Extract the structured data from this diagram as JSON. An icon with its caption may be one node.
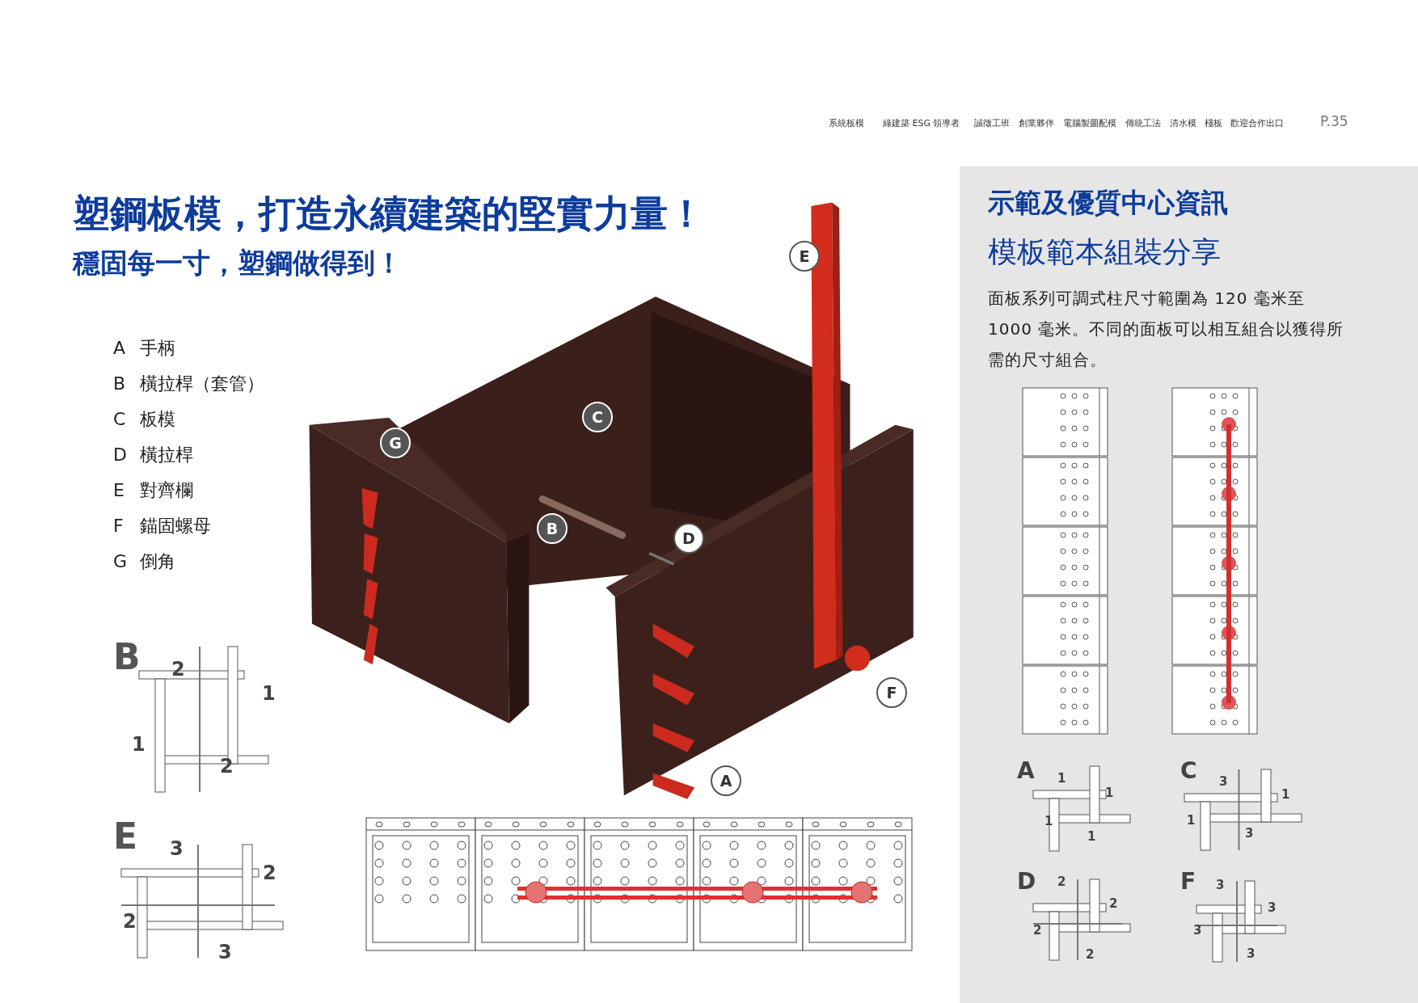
{
  "diagram": {
    "title": "塑鋼板模，打造永續建築的堅實力量！",
    "labels": [
      "系統板模",
      "綠建築 ESG 領導者",
      "誠徵工班",
      "創業夥伴",
      "電腦製圖配模",
      "傳統工法",
      "清水模",
      "棧板",
      "歡迎合作出口",
      "P.35",
      "穩固每一寸，塑鋼做得到！",
      "A",
      "手柄",
      "B",
      "橫拉桿（套管）",
      "C",
      "板模",
      "D",
      "橫拉桿",
      "E",
      "對齊欄",
      "F",
      "錨固螺母",
      "G",
      "倒角",
      "E",
      "C",
      "G",
      "B",
      "D",
      "F",
      "A",
      "B",
      "2",
      "1",
      "1",
      "2",
      "E",
      "3",
      "2",
      "2",
      "3",
      "示範及優質中心資訊",
      "模板範本組裝分享",
      "面板系列可調式柱尺寸範圍為 120 毫米至 1000 毫米。不同的面板可以相互組合以獲得所需的尺寸組合。",
      "A",
      "1",
      "1",
      "1",
      "1",
      "C",
      "3",
      "1",
      "1",
      "3",
      "D",
      "2",
      "2",
      "2",
      "2",
      "F",
      "3",
      "3",
      "3",
      "3"
    ]
  }
}
